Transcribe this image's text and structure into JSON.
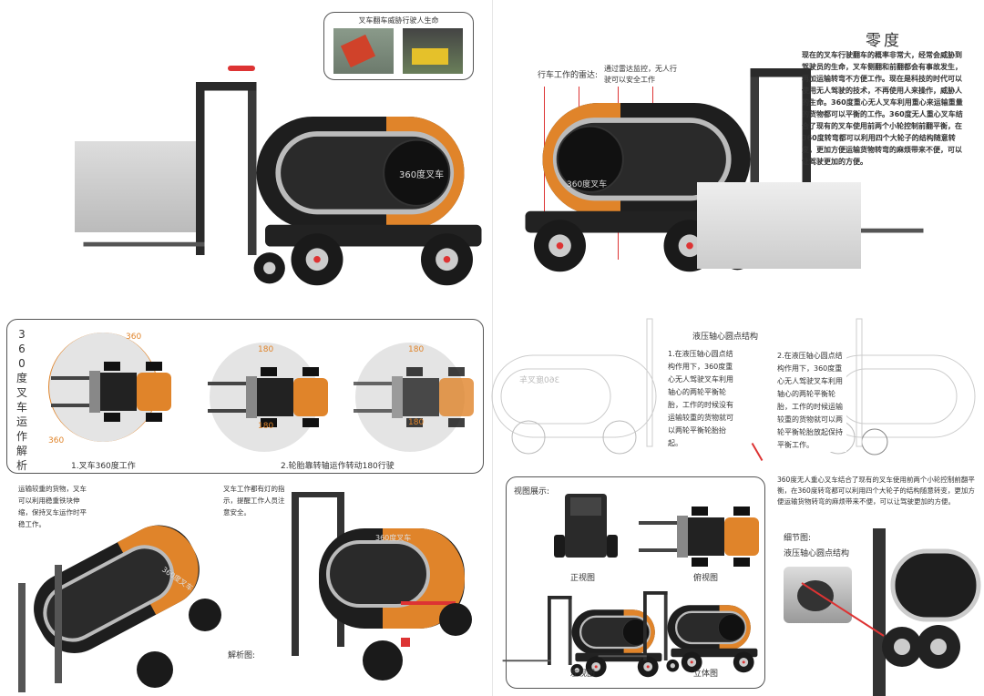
{
  "header": {
    "photo_caption": "叉车翻车威胁行驶人生命",
    "title": "零度",
    "intro": "现在的叉车行驶翻车的概率非常大，经常会威胁到驾驶员的生命，叉车侧翻和前翻都会有事故发生，再加运输转弯不方便工作。现在是科技的时代可以使用无人驾驶的技术，不再使用人来操作，威胁人的生命。360度重心无人叉车利用重心来运输重量的货物都可以平衡的工作。360度无人重心叉车结合了现有的叉车使用前两个小轮控制前翻平衡，在360度转弯都可以利用四个大轮子的结构随意转变，更加方便运输货物转弯的麻烦带来不便，可以让驾驶更加的方便。",
    "radar_label": "行车工作的雷达:",
    "radar_desc": "通过雷达监控，无人行驶可以安全工作",
    "body_logo": "360度叉车"
  },
  "analysis": {
    "vertical_title": [
      "3",
      "6",
      "0",
      "度",
      "叉",
      "车",
      "运",
      "作",
      "解",
      "析"
    ],
    "angle_360": "360",
    "angle_180": "180",
    "caption1": "1.叉车360度工作",
    "caption2": "2.轮胎靠转轴运作转动180行驶"
  },
  "hydraulic": {
    "title": "液压轴心圆点结构",
    "note1": "1.在液压轴心圆点结构作用下，360度重心无人驾驶叉车利用轴心的两轮平衡轮胎，工作的时候没有运输较重的货物就可以两轮平衡轮胎抬起。",
    "note2": "2.在液压轴心圆点结构作用下，360度重心无人驾驶叉车利用轴心的两轮平衡轮胎，工作的时候运输较重的货物就可以两轮平衡轮胎放起保持平衡工作。",
    "summary": "360度无人重心叉车结合了现有的叉车使用前两个小轮控制前翻平衡，在360度转弯都可以利用四个大轮子的结构随意转变，更加方便运输货物转弯的麻烦带来不便，可以让驾驶更加的方便。"
  },
  "explode": {
    "note_left": "运输较重的货物，叉车可以利用稳重铁块伸缩，保持叉车运作时平稳工作。",
    "note_right": "叉车工作都有灯的指示，提醒工作人员注意安全。",
    "caption": "解析图:"
  },
  "views": {
    "title": "视图展示:",
    "front": "正视图",
    "top": "俯视图",
    "left": "左视图",
    "iso": "立体图"
  },
  "detail": {
    "title": "细节图:",
    "subtitle": "液压轴心圆点结构"
  },
  "colors": {
    "orange": "#e0842a",
    "black": "#1e1e1e",
    "red": "#d33"
  }
}
